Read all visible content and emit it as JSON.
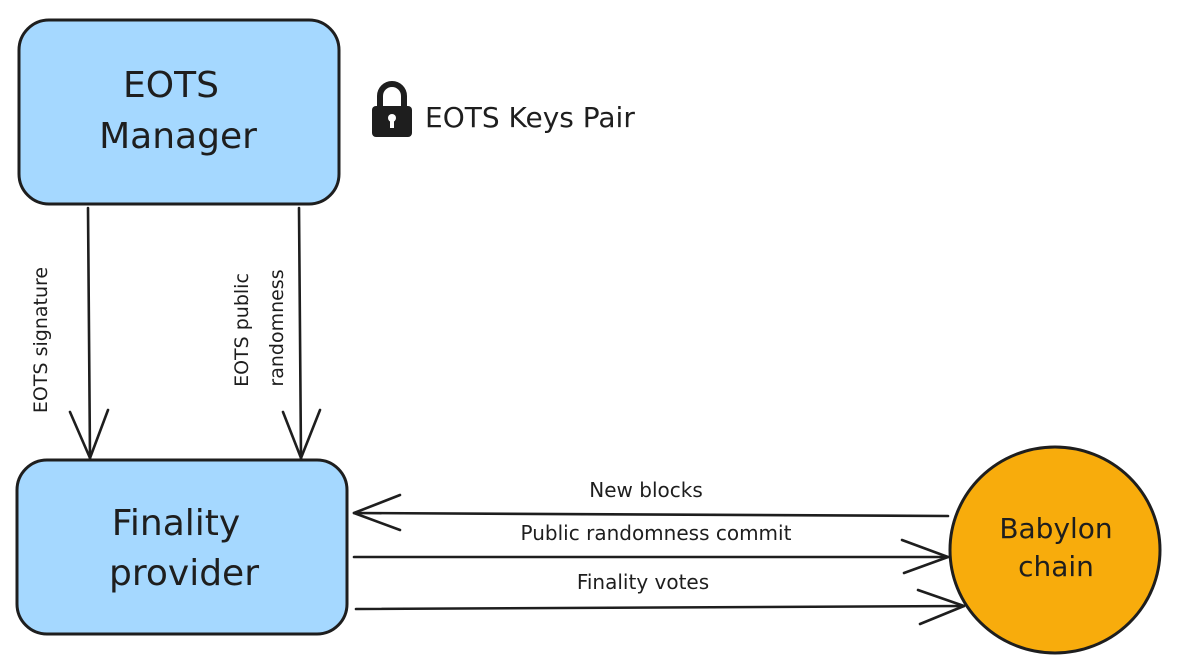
{
  "nodes": {
    "eots_manager": {
      "label_line1": "EOTS",
      "label_line2": "Manager",
      "fill": "#a5d8ff"
    },
    "finality_provider": {
      "label_line1": "Finality",
      "label_line2": "provider",
      "fill": "#a5d8ff"
    },
    "babylon_chain": {
      "label_line1": "Babylon",
      "label_line2": "chain",
      "fill": "#f8ac0c"
    }
  },
  "keys": {
    "icon": "lock-icon",
    "label": "EOTS Keys Pair"
  },
  "edges": {
    "eots_signature": "EOTS signature",
    "eots_public_randomness_line1": "EOTS public",
    "eots_public_randomness_line2": "randomness",
    "new_blocks": "New blocks",
    "public_randomness_commit": "Public randomness commit",
    "finality_votes": "Finality votes"
  },
  "colors": {
    "stroke": "#1e1e1e",
    "box_fill": "#a5d8ff",
    "chain_fill": "#f8ac0c"
  }
}
